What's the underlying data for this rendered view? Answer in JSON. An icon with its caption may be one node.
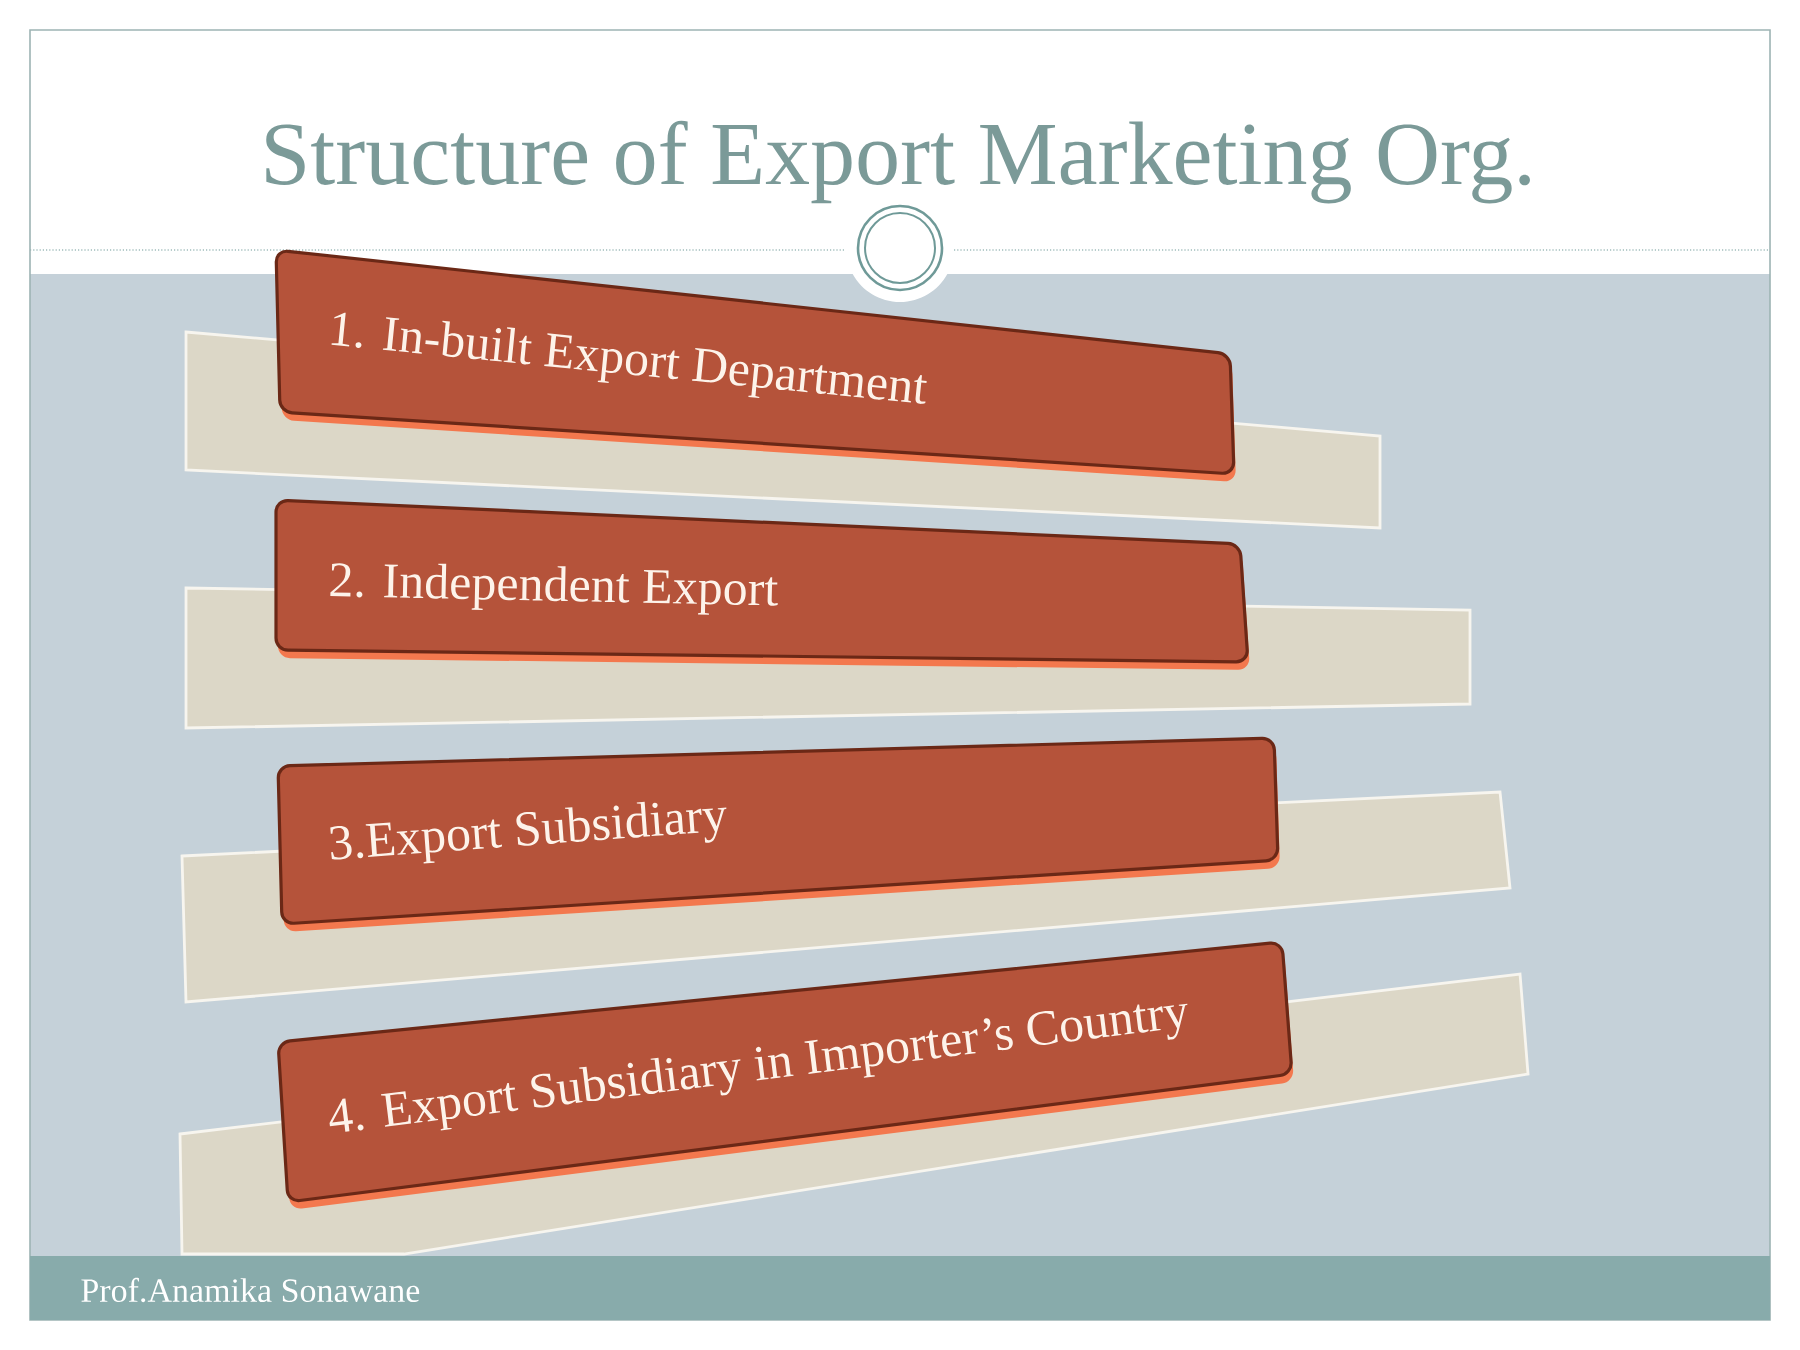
{
  "diagram": {
    "title": "Structure of Export Marketing Org.",
    "nodes": [
      {
        "text": [
          "1. In-built Export Department"
        ]
      },
      {
        "text": [],
        "shape": "band"
      },
      {
        "text": [
          "2. Independent Export"
        ]
      },
      {
        "text": [],
        "shape": "band"
      },
      {
        "text": [
          "3.Export Subsidiary"
        ]
      },
      {
        "text": [],
        "shape": "band"
      },
      {
        "text": [
          "4. Export Subsidiary in Importer’s Country"
        ]
      },
      {
        "text": [],
        "shape": "band"
      }
    ],
    "labels": [
      "Prof.Anamika Sonawane"
    ]
  }
}
